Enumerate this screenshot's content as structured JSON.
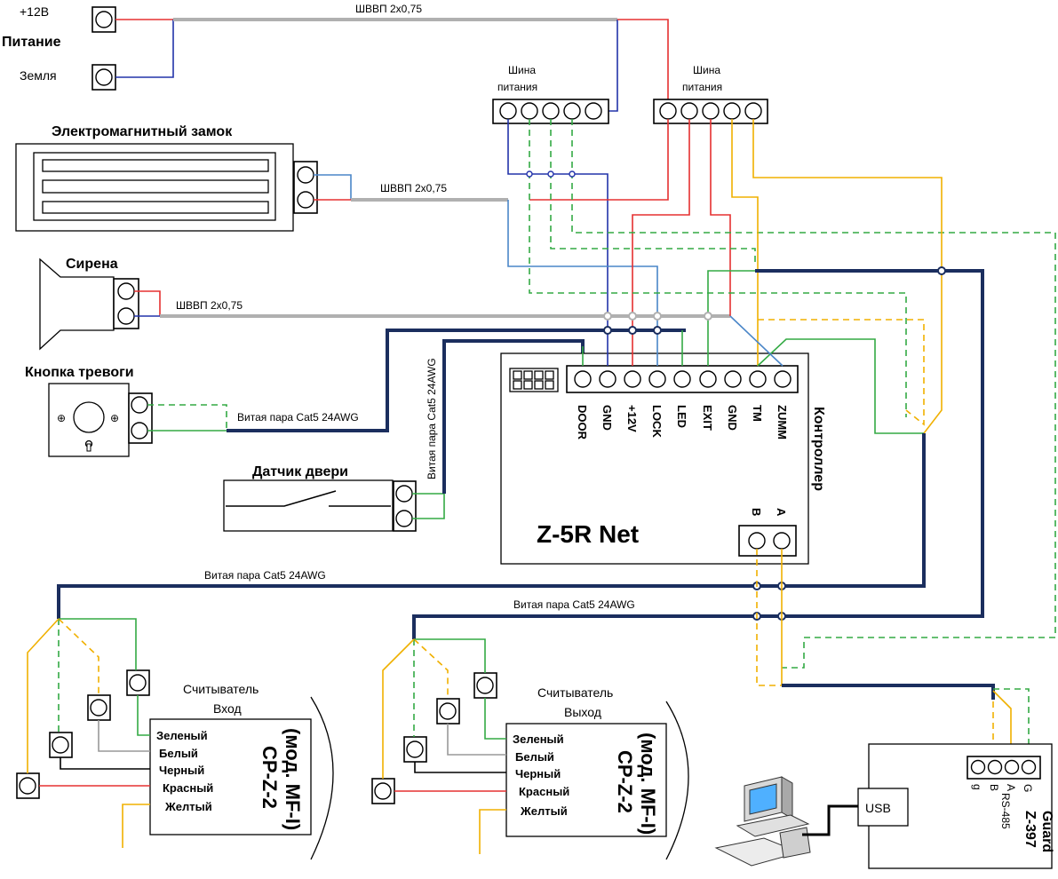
{
  "power": {
    "plus12": "+12В",
    "title": "Питание",
    "ground": "Земля"
  },
  "cables": {
    "shvvp": "ШВВП 2х0,75",
    "cat5": "Витая пара Cat5 24AWG"
  },
  "bus_labels": {
    "left": [
      "Шина",
      "питания"
    ],
    "right": [
      "Шина",
      "питания"
    ]
  },
  "lock": {
    "title": "Электромагнитный замок"
  },
  "siren": {
    "title": "Сирена"
  },
  "alarm_button": {
    "title": "Кнопка тревоги"
  },
  "door_sensor": {
    "title": "Датчик двери"
  },
  "controller": {
    "side_label": "Контроллер",
    "model": "Z-5R Net",
    "pins": [
      "DOOR",
      "GND",
      "+12V",
      "LOCK",
      "LED",
      "EXIT",
      "GND",
      "TM",
      "ZUMM"
    ],
    "rs485_pins": [
      "B",
      "A"
    ]
  },
  "reader_in": {
    "title": [
      "Считыватель",
      "Вход"
    ],
    "model": [
      "CP-Z-2",
      "(мод. MF-I)"
    ],
    "wires": [
      "Зеленый",
      "Белый",
      "Черный",
      "Красный",
      "Желтый"
    ]
  },
  "reader_out": {
    "title": [
      "Считыватель",
      "Выход"
    ],
    "model": [
      "CP-Z-2",
      "(мод. MF-I)"
    ],
    "wires": [
      "Зеленый",
      "Белый",
      "Черный",
      "Красный",
      "Желтый"
    ]
  },
  "converter": {
    "usb": "USB",
    "pins": [
      "g",
      "B",
      "A",
      "G"
    ],
    "bus": "RS-485",
    "model": [
      "Z-397",
      "Guard"
    ]
  },
  "colors": {
    "red": "#e53030",
    "blue": "#2233aa",
    "green": "#33aa44",
    "yellow": "#f0b000",
    "cat5": "#1b2e5e",
    "gray": "#b0b0b0"
  }
}
